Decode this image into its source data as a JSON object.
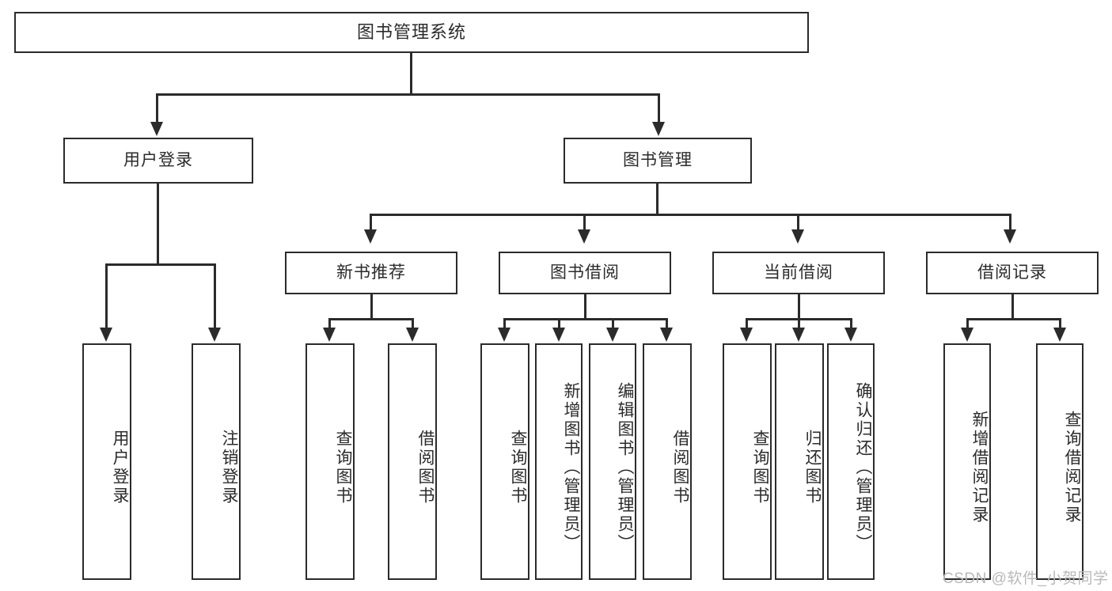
{
  "diagram": {
    "title": "图书管理系统",
    "type": "functional-decomposition-tree",
    "root": {
      "label": "图书管理系统"
    },
    "level1": [
      {
        "id": "user-login",
        "label": "用户登录"
      },
      {
        "id": "book-manage",
        "label": "图书管理"
      }
    ],
    "level2": [
      {
        "id": "new-book-recommend",
        "label": "新书推荐",
        "parent": "book-manage"
      },
      {
        "id": "book-borrow",
        "label": "图书借阅",
        "parent": "book-manage"
      },
      {
        "id": "current-borrow",
        "label": "当前借阅",
        "parent": "book-manage"
      },
      {
        "id": "borrow-record",
        "label": "借阅记录",
        "parent": "book-manage"
      }
    ],
    "leaves": {
      "user_login": [
        {
          "id": "leaf-user-login",
          "label": "用户登录"
        },
        {
          "id": "leaf-logout-login",
          "label": "注销登录"
        }
      ],
      "new_book_recommend": [
        {
          "id": "leaf-query-book-1",
          "label": "查询图书"
        },
        {
          "id": "leaf-borrow-book-1",
          "label": "借阅图书"
        }
      ],
      "book_borrow": [
        {
          "id": "leaf-query-book-2",
          "label": "查询图书"
        },
        {
          "id": "leaf-add-book-admin",
          "label": "新增图书（管理员）"
        },
        {
          "id": "leaf-edit-book-admin",
          "label": "编辑图书（管理员）"
        },
        {
          "id": "leaf-borrow-book-2",
          "label": "借阅图书"
        }
      ],
      "current_borrow": [
        {
          "id": "leaf-query-book-3",
          "label": "查询图书"
        },
        {
          "id": "leaf-return-book",
          "label": "归还图书"
        },
        {
          "id": "leaf-confirm-return-admin",
          "label": "确认归还（管理员）"
        }
      ],
      "borrow_record": [
        {
          "id": "leaf-add-borrow-record",
          "label": "新增借阅记录"
        },
        {
          "id": "leaf-query-borrow-record",
          "label": "查询借阅记录"
        }
      ]
    }
  },
  "watermark": {
    "text": "CSDN @软件_小贺同学"
  },
  "colors": {
    "stroke": "#2b2b2b",
    "background": "#ffffff",
    "text": "#2b2b2b",
    "watermark": "#b9b9b9"
  }
}
